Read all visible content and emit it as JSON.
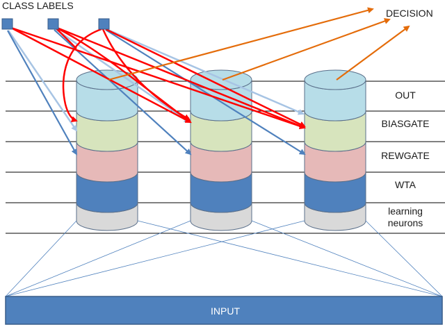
{
  "class_labels_title": "CLASS LABELS",
  "decision_label": "DECISION",
  "input_label": "INPUT",
  "layers": [
    {
      "id": "out",
      "label": "OUT",
      "color": "#b7dde8"
    },
    {
      "id": "biasgate",
      "label": "BIASGATE",
      "color": "#d7e4bd"
    },
    {
      "id": "rewgate",
      "label": "REWGATE",
      "color": "#e6b9b8"
    },
    {
      "id": "wta",
      "label": "WTA",
      "color": "#4f81bd"
    },
    {
      "id": "learning",
      "label": "learning\nneurons",
      "color": "#d9d9d9"
    }
  ],
  "columns": 3,
  "class_label_count": 3,
  "colors": {
    "class_box": "#4f81bd",
    "input_bar": "#4f81bd",
    "red_connection": "#ff0000",
    "orange_connection": "#e46c0a",
    "blue_connection": "#4f81bd",
    "light_blue_connection": "#a7c4e4"
  }
}
